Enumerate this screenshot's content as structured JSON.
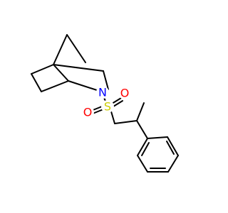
{
  "molecule": {
    "atoms": {
      "nitrogen": {
        "symbol": "N",
        "color": "#0000ff"
      },
      "sulfur": {
        "symbol": "S",
        "color": "#cccc00"
      },
      "oxygen_left": {
        "symbol": "O",
        "color": "#ff0000"
      },
      "oxygen_right": {
        "symbol": "O",
        "color": "#ff0000"
      }
    },
    "bond_color": "#000000"
  }
}
